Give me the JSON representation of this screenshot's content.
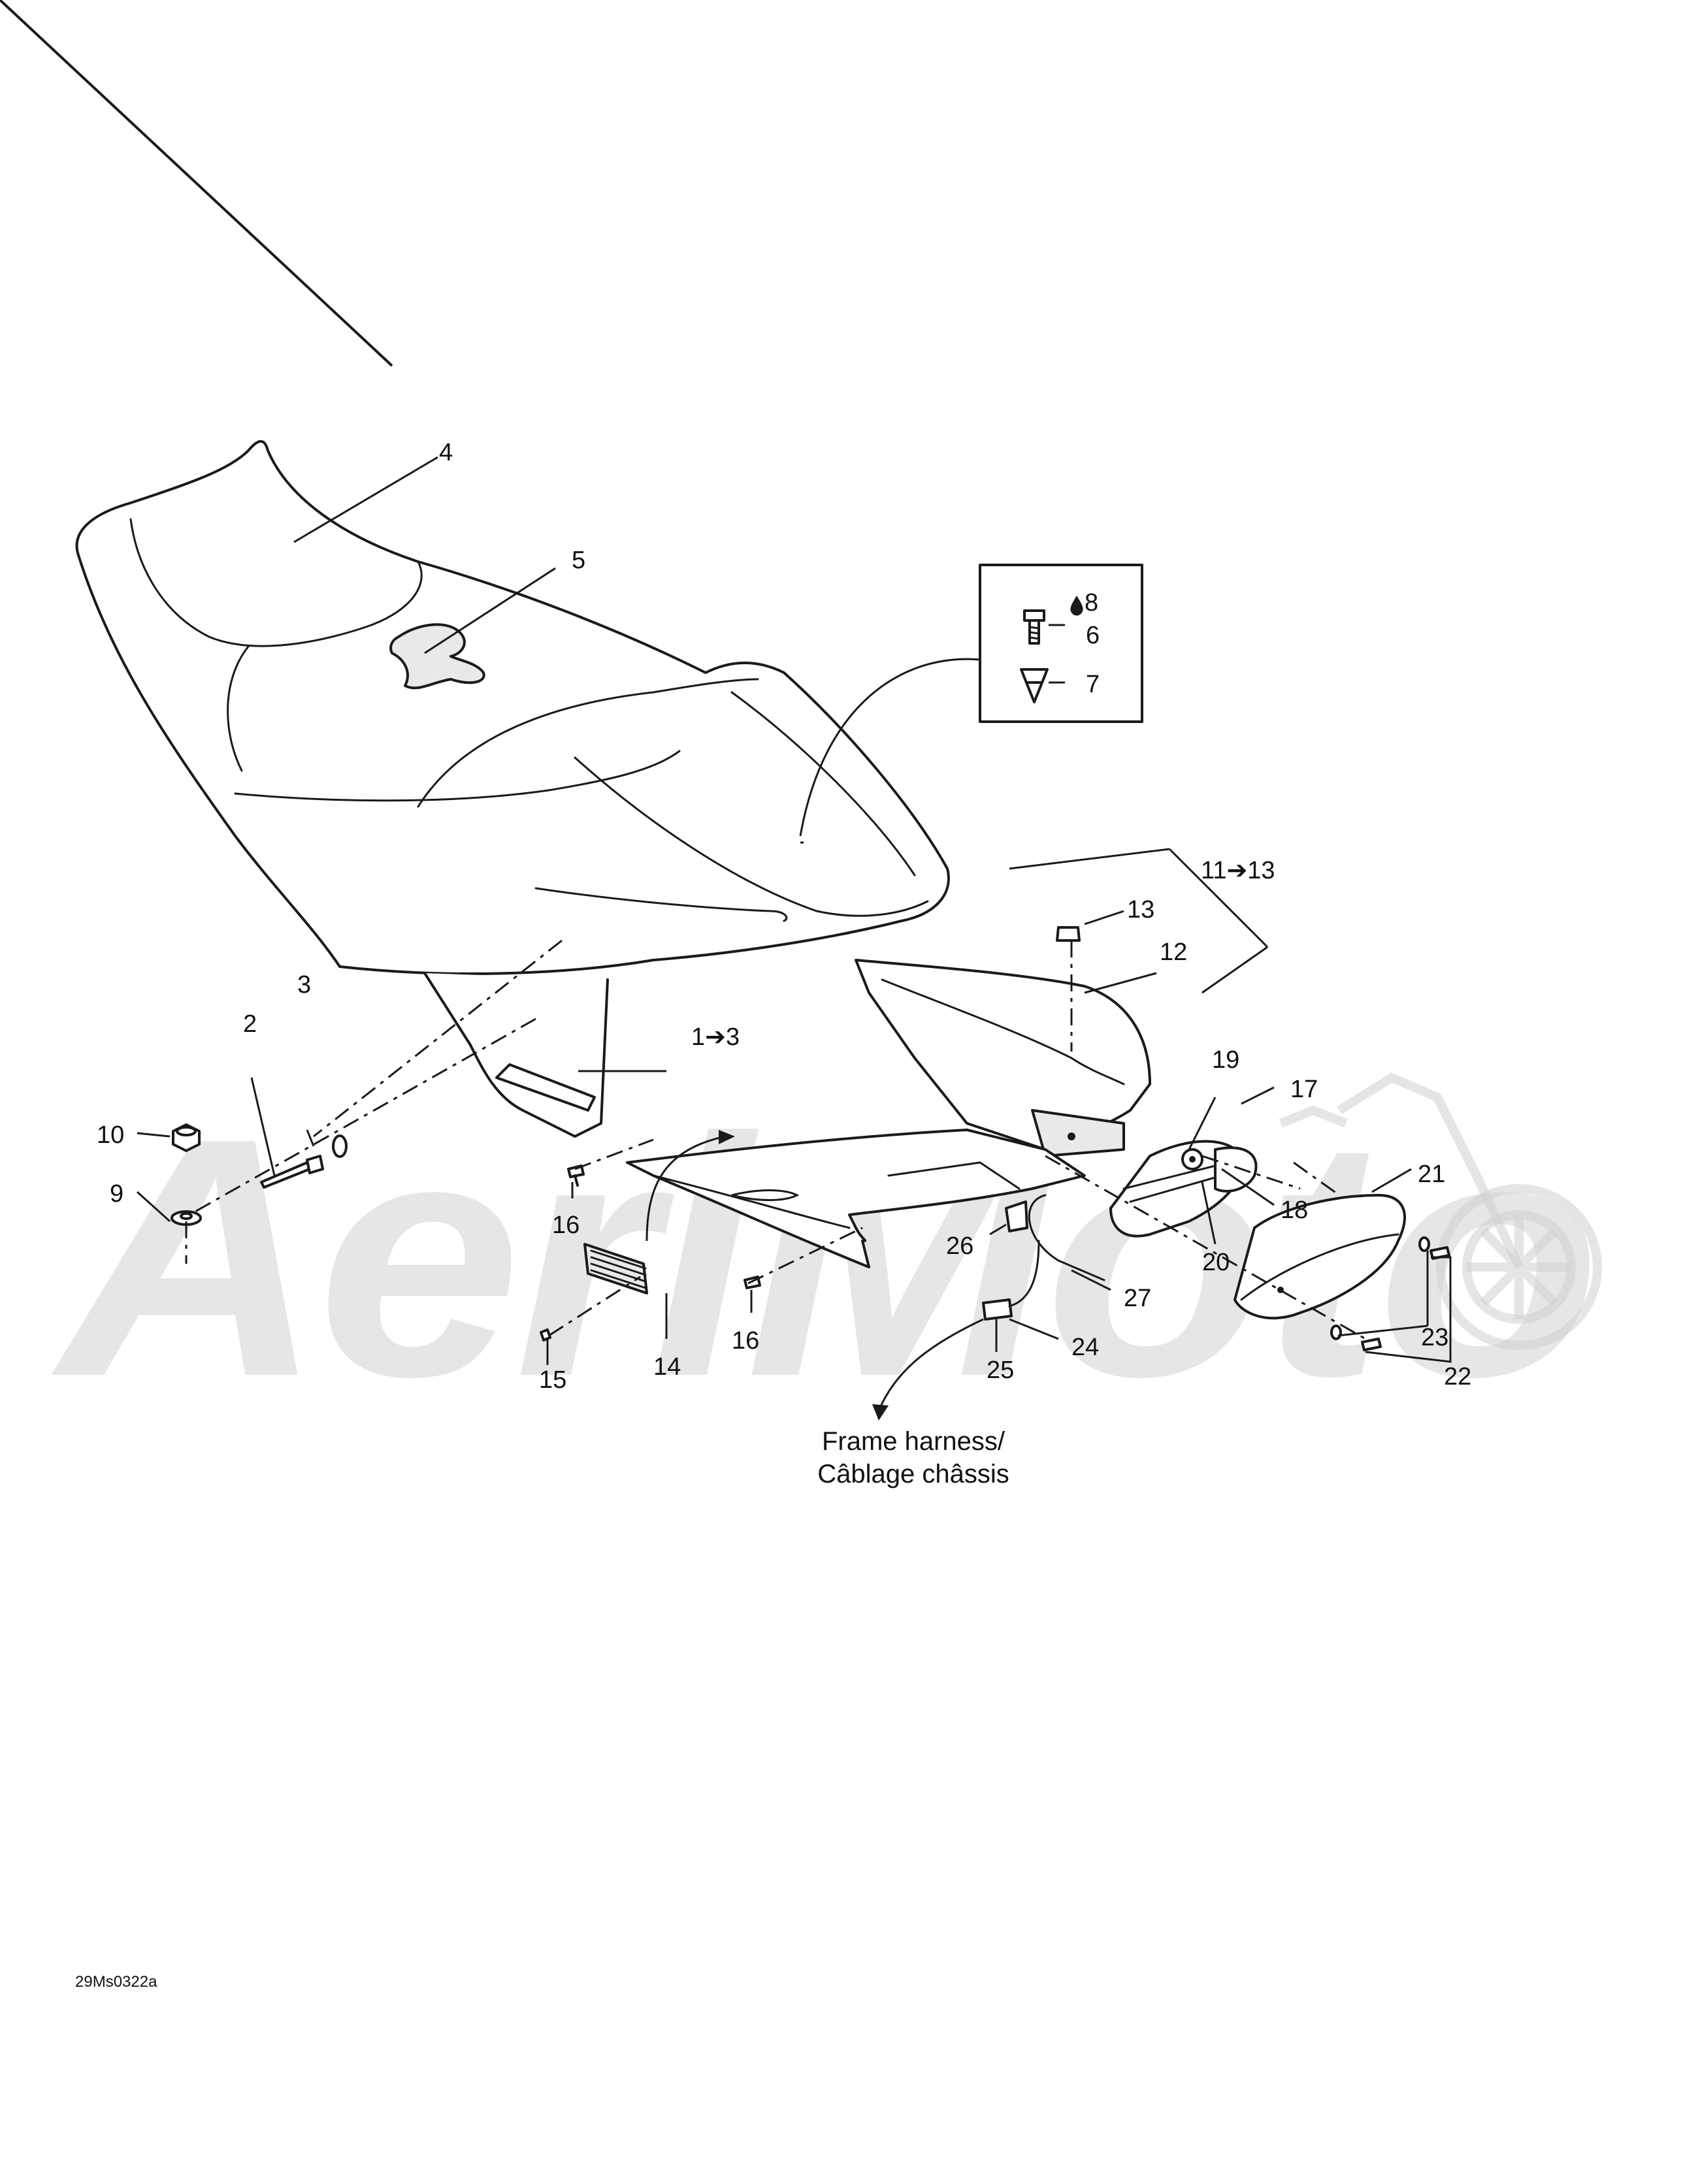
{
  "callouts": [
    {
      "id": "c4",
      "text": "4"
    },
    {
      "id": "c5",
      "text": "5"
    },
    {
      "id": "c8",
      "text": "8"
    },
    {
      "id": "c6",
      "text": "6"
    },
    {
      "id": "c7",
      "text": "7"
    },
    {
      "id": "c11-13",
      "text": "11➔13"
    },
    {
      "id": "c13",
      "text": "13"
    },
    {
      "id": "c12",
      "text": "12"
    },
    {
      "id": "c3",
      "text": "3"
    },
    {
      "id": "c2",
      "text": "2"
    },
    {
      "id": "c1-3",
      "text": "1➔3"
    },
    {
      "id": "c10",
      "text": "10"
    },
    {
      "id": "c9",
      "text": "9"
    },
    {
      "id": "c19",
      "text": "19"
    },
    {
      "id": "c17",
      "text": "17"
    },
    {
      "id": "c18",
      "text": "18"
    },
    {
      "id": "c20",
      "text": "20"
    },
    {
      "id": "c21",
      "text": "21"
    },
    {
      "id": "c16a",
      "text": "16"
    },
    {
      "id": "c26",
      "text": "26"
    },
    {
      "id": "c27",
      "text": "27"
    },
    {
      "id": "c16b",
      "text": "16"
    },
    {
      "id": "c14",
      "text": "14"
    },
    {
      "id": "c15",
      "text": "15"
    },
    {
      "id": "c25",
      "text": "25"
    },
    {
      "id": "c24",
      "text": "24"
    },
    {
      "id": "c23",
      "text": "23"
    },
    {
      "id": "c22",
      "text": "22"
    }
  ],
  "note": {
    "line1": "Frame harness/",
    "line2": "Câblage châssis"
  },
  "reference_code": "29Ms0322a",
  "watermark": "AeriMoto",
  "icons": {
    "adhesive": "drop-icon",
    "arrow": "arrow-right-icon"
  },
  "colors": {
    "line": "#1a1a1a",
    "watermark": "#d2d2d2",
    "background": "#ffffff"
  }
}
